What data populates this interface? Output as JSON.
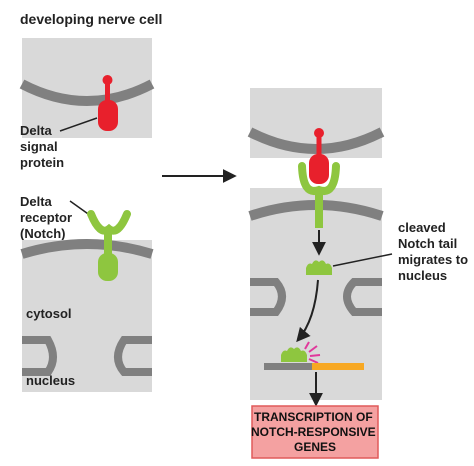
{
  "title": "developing nerve cell",
  "labels": {
    "delta": [
      "Delta",
      "signal",
      "protein"
    ],
    "receptor": [
      "Delta",
      "receptor",
      "(Notch)"
    ],
    "cytosol": "cytosol",
    "nucleus": "nucleus",
    "cleaved": [
      "cleaved",
      "Notch tail",
      "migrates to",
      "nucleus"
    ]
  },
  "transcription_box": [
    "TRANSCRIPTION OF",
    "NOTCH-RESPONSIVE",
    "GENES"
  ],
  "colors": {
    "panel_fill": "#d9d9d9",
    "membrane": "#808080",
    "delta_protein": "#e8202c",
    "notch_receptor": "#8ec63f",
    "nucleus_gene": "#f7a823",
    "transcription_box_fill": "#f4a1a1",
    "transcription_box_border": "#e05a5a",
    "highlight_burst": "#e0389b",
    "arrow": "#222222"
  }
}
